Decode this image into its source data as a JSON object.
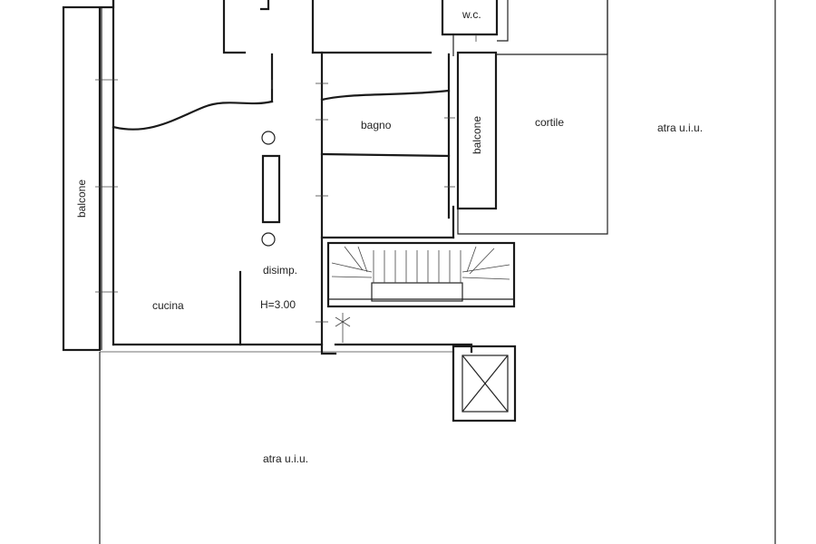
{
  "labels": {
    "wc": "w.c.",
    "bagno": "bagno",
    "balcone_right": "balcone",
    "cortile": "cortile",
    "altra_uiu_right": "atra u.i.u.",
    "balcone_left": "balcone",
    "disimp": "disimp.",
    "height": "H=3.00",
    "cucina": "cucina",
    "altra_uiu_bottom": "atra u.i.u."
  }
}
